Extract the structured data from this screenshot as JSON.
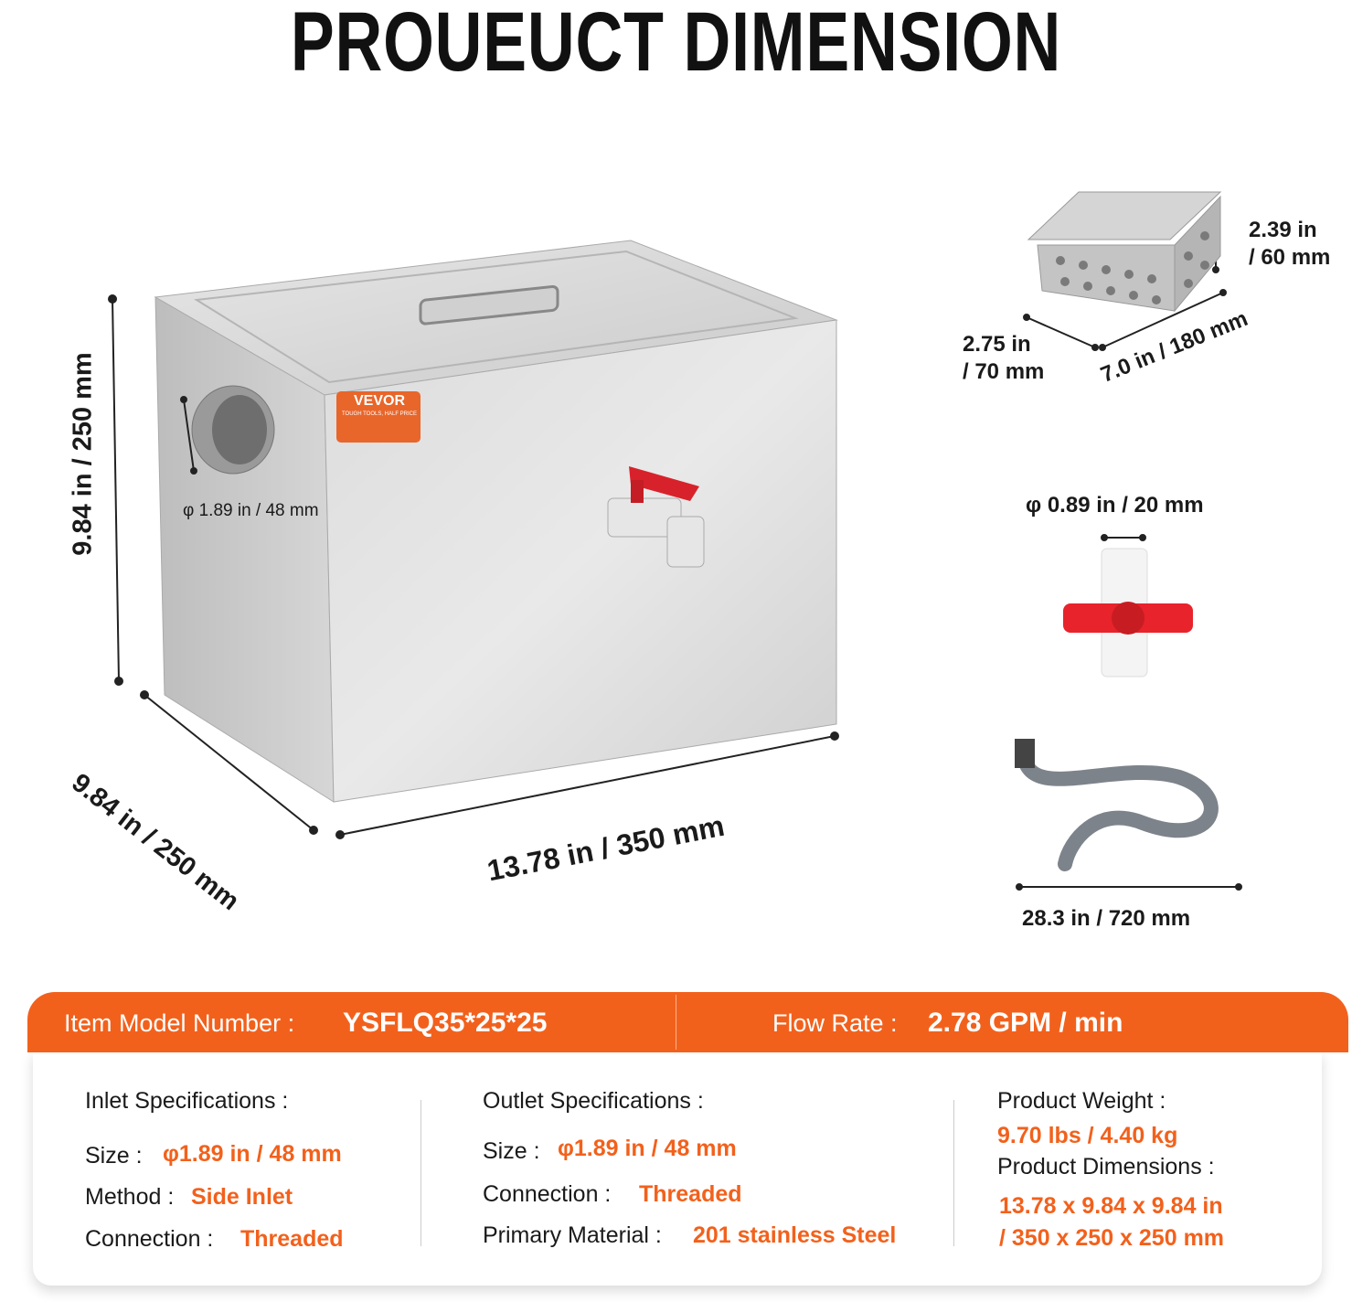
{
  "title": "PROUEUCT DIMENSION",
  "brand_label": {
    "brand": "VEVOR",
    "tagline": "TOUGH TOOLS, HALF PRICE"
  },
  "dimensions": {
    "height": "9.84 in / 250 mm",
    "depth": "9.84 in / 250 mm",
    "width": "13.78 in / 350 mm",
    "inlet_diameter": "φ 1.89 in / 48 mm",
    "basket_height_in": "2.39 in",
    "basket_height_mm": "/ 60 mm",
    "basket_width_in": "2.75 in",
    "basket_width_mm": "/ 70 mm",
    "basket_length": "7.0 in / 180 mm",
    "valve_diameter": "φ 0.89 in / 20 mm",
    "hose_length": "28.3 in / 720 mm"
  },
  "colors": {
    "accent": "#f2611c"
  },
  "specs_bar": {
    "model_label": "Item Model Number :",
    "model_value": "YSFLQ35*25*25",
    "flow_label": "Flow Rate :",
    "flow_value": "2.78 GPM / min"
  },
  "inlet": {
    "heading": "Inlet Specifications :",
    "size_label": "Size :",
    "size_value": "φ1.89 in / 48 mm",
    "method_label": "Method :",
    "method_value": "Side Inlet",
    "connection_label": "Connection :",
    "connection_value": "Threaded"
  },
  "outlet": {
    "heading": "Outlet Specifications :",
    "size_label": "Size :",
    "size_value": "φ1.89 in / 48 mm",
    "connection_label": "Connection :",
    "connection_value": "Threaded",
    "material_label": "Primary Material :",
    "material_value": "201 stainless Steel"
  },
  "product": {
    "weight_label": "Product Weight :",
    "weight_value": "9.70 lbs / 4.40 kg",
    "dims_label": "Product Dimensions :",
    "dims_value_1": "13.78 x 9.84 x 9.84 in",
    "dims_value_2": "/ 350 x 250 x 250 mm"
  }
}
